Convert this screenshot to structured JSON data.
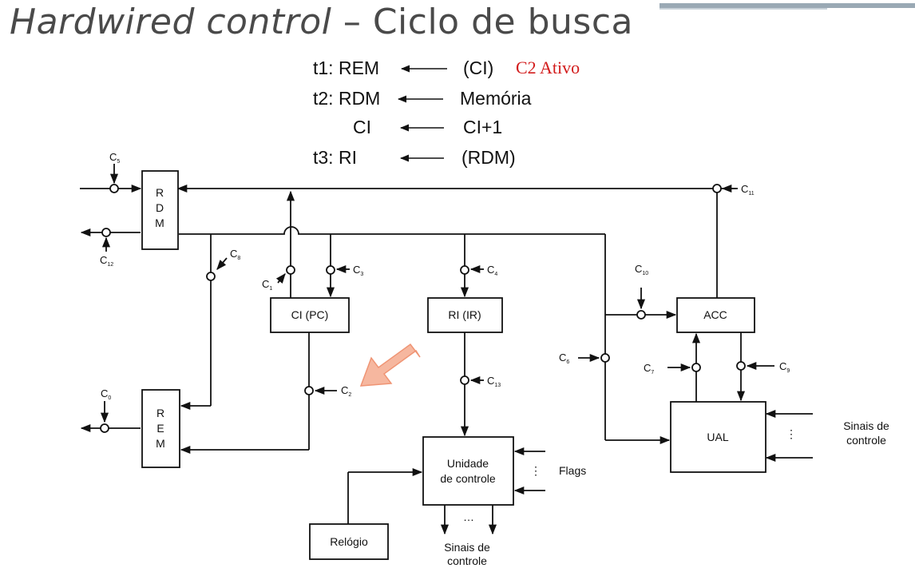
{
  "title": {
    "italic": "Hardwired control",
    "rest": " – Ciclo de busca"
  },
  "steps": [
    {
      "label": "t1: REM",
      "arrow": "←—",
      "source": "(CI)"
    },
    {
      "label": "t2: RDM",
      "arrow": "←—",
      "source": "Memória"
    },
    {
      "label": "CI",
      "arrow": "←—",
      "source": "CI+1"
    },
    {
      "label": "t3: RI",
      "arrow": "←—",
      "source": "(RDM)"
    }
  ],
  "active_note": "C2 Ativo",
  "colors": {
    "active": "#d21b1b",
    "arrow_fill": "#f6b49a",
    "arrow_stroke": "#ef8f6d"
  },
  "diagram": {
    "blocks": {
      "rdm": [
        "R",
        "D",
        "M"
      ],
      "rem": [
        "R",
        "E",
        "M"
      ],
      "ci": "CI (PC)",
      "ri": "RI (IR)",
      "acc": "ACC",
      "ual": "UAL",
      "uc_line1": "Unidade",
      "uc_line2": "de controle",
      "relogio": "Relógio"
    },
    "labels": {
      "flags": "Flags",
      "sinais_ual_1": "Sinais de",
      "sinais_ual_2": "controle",
      "sinais_uc_1": "Sinais de",
      "sinais_uc_2": "controle",
      "dots": "⋮",
      "hdots": "…"
    },
    "controls": {
      "c5": {
        "main": "C",
        "sub": "5"
      },
      "c11": {
        "main": "C",
        "sub": "11"
      },
      "c12": {
        "main": "C",
        "sub": "12"
      },
      "c8": {
        "main": "C",
        "sub": "8"
      },
      "c1": {
        "main": "C",
        "sub": "1"
      },
      "c3": {
        "main": "C",
        "sub": "3"
      },
      "c4": {
        "main": "C",
        "sub": "4"
      },
      "c10": {
        "main": "C",
        "sub": "10"
      },
      "c6": {
        "main": "C",
        "sub": "6"
      },
      "c7": {
        "main": "C",
        "sub": "7"
      },
      "c9": {
        "main": "C",
        "sub": "9"
      },
      "c0": {
        "main": "C",
        "sub": "0"
      },
      "c2": {
        "main": "C",
        "sub": "2"
      },
      "c13": {
        "main": "C",
        "sub": "13"
      }
    }
  }
}
